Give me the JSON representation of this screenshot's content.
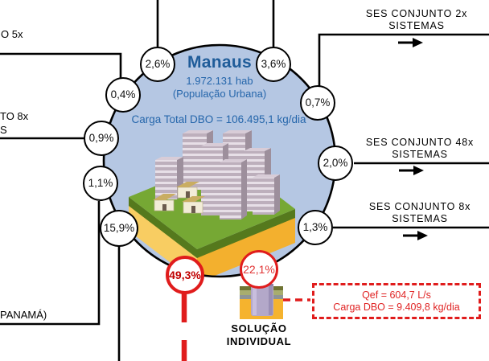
{
  "colors": {
    "accent_blue": "#1f5c99",
    "secondary_blue": "#2566ab",
    "circle_fill": "#b5c7e3",
    "line_black": "#000000",
    "red": "#e01c1c",
    "platform_green": "#76a834",
    "platform_yellow": "#f3b02e"
  },
  "center_circle": {
    "title": "Manaus",
    "population": "1.972.131 hab",
    "population_note": "(População Urbana)",
    "total_load": "Carga Total DBO = 106.495,1 kg/dia"
  },
  "bubbles": {
    "top_left": "2,6%",
    "top_right": "3,6%",
    "upper_left": "0,4%",
    "upper_right": "0,7%",
    "left": "0,9%",
    "right": "2,0%",
    "lower_left": "1,1%",
    "lower_right": "1,3%",
    "bottom_left": "15,9%"
  },
  "red_bubbles": {
    "collective": "49,3%",
    "individual": "22,1%"
  },
  "right_labels": [
    {
      "line1": "SES CONJUNTO 2x",
      "line2": "SISTEMAS"
    },
    {
      "line1": "SES CONJUNTO 48x",
      "line2": "SISTEMAS"
    },
    {
      "line1": "SES CONJUNTO 8x",
      "line2": "SISTEMAS"
    }
  ],
  "left_label_fragments": {
    "top": "O 5x",
    "middle_line1": "TO 8x",
    "middle_line2": "S",
    "bottom": "PANAMÁ)"
  },
  "individual_solution": {
    "label_line1": "SOLUÇÃO",
    "label_line2": "INDIVIDUAL"
  },
  "callout": {
    "qef": "Qef = 604,7 L/s",
    "carga_dbo": "Carga DBO = 9.409,8 kg/dia"
  }
}
